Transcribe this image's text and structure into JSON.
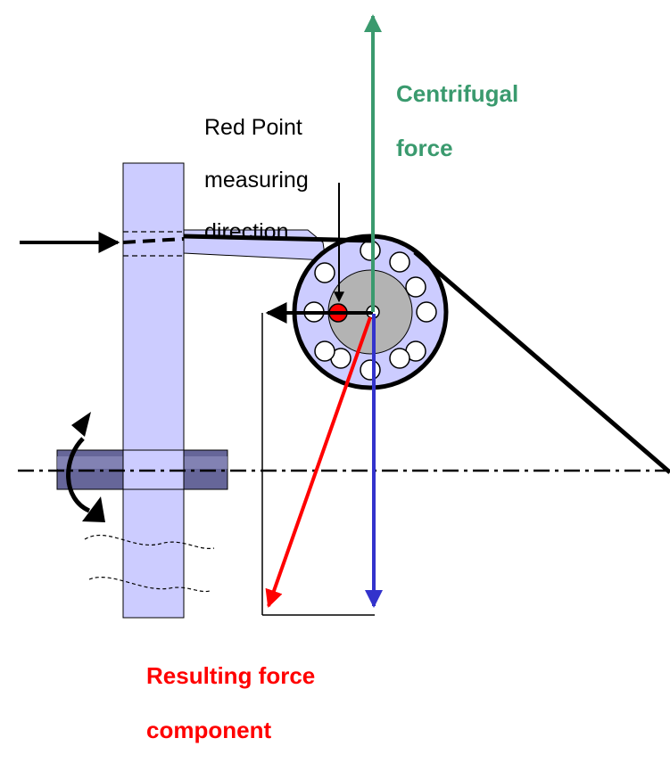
{
  "labels": {
    "centrifugal_line1": "Centrifugal",
    "centrifugal_line2": "force",
    "red_point_line1": "Red Point",
    "red_point_line2": "measuring",
    "red_point_line3": "direction",
    "resulting_line1": "Resulting force",
    "resulting_line2": "component"
  },
  "colors": {
    "centrifugal": "#3a9a6e",
    "resulting": "#ff0000",
    "vertical_component": "#3333cc",
    "arm_fill": "#ccccff",
    "shaft_fill": "#666699",
    "bearing_fill": "#ccccff",
    "inner_hub": "#b3b3b3",
    "red_point": "#ff0000",
    "stroke": "#000000"
  },
  "icons": {
    "rotation": "curved-rotation-arrow-icon"
  }
}
